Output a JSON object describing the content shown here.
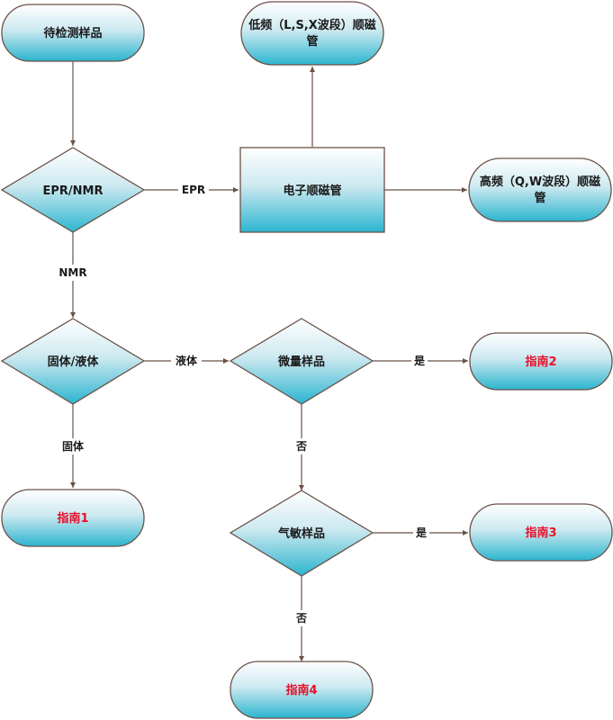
{
  "nodes": {
    "start": {
      "label": "待检测样品"
    },
    "epr_nmr": {
      "label": "EPR/NMR"
    },
    "epr_tube": {
      "label": "电子顺磁管"
    },
    "low_freq": {
      "label_line1": "低频（L,S,X波段）顺磁",
      "label_line2": "管"
    },
    "high_freq": {
      "label_line1": "高频（Q,W波段）顺磁",
      "label_line2": "管"
    },
    "solid_liquid": {
      "label": "固体/液体"
    },
    "micro": {
      "label": "微量样品"
    },
    "gas": {
      "label": "气敏样品"
    },
    "guide1": {
      "label": "指南1"
    },
    "guide2": {
      "label": "指南2"
    },
    "guide3": {
      "label": "指南3"
    },
    "guide4": {
      "label": "指南4"
    }
  },
  "edges": {
    "epr": "EPR",
    "nmr": "NMR",
    "liquid": "液体",
    "solid": "固体",
    "micro_yes": "是",
    "micro_no": "否",
    "gas_yes": "是",
    "gas_no": "否"
  },
  "colors": {
    "gradient_top": "#ffffff",
    "gradient_bottom": "#2bb5cf",
    "stroke": "#6b5148",
    "guide_text": "#e8102a"
  }
}
